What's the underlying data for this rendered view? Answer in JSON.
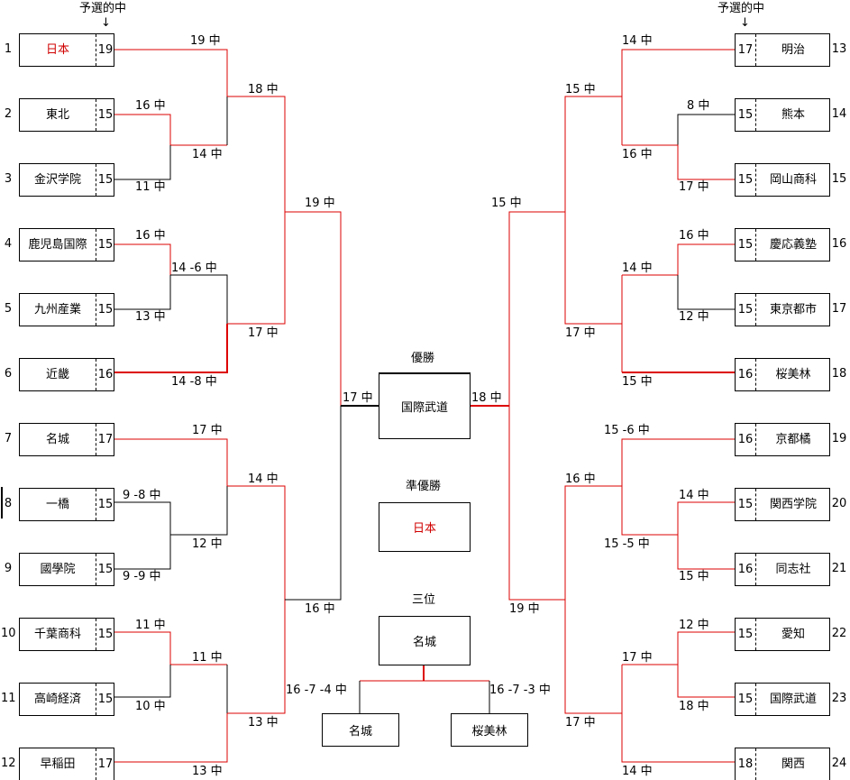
{
  "header": {
    "prediction_label": "予選的中",
    "arrow": "↓"
  },
  "left": [
    {
      "seed": "1",
      "team": "日本",
      "score": "19",
      "winner": true
    },
    {
      "seed": "2",
      "team": "東北",
      "score": "15"
    },
    {
      "seed": "3",
      "team": "金沢学院",
      "score": "15"
    },
    {
      "seed": "4",
      "team": "鹿児島国際",
      "score": "15"
    },
    {
      "seed": "5",
      "team": "九州産業",
      "score": "15"
    },
    {
      "seed": "6",
      "team": "近畿",
      "score": "16"
    },
    {
      "seed": "7",
      "team": "名城",
      "score": "17"
    },
    {
      "seed": "8",
      "team": "一橋",
      "score": "15"
    },
    {
      "seed": "9",
      "team": "國學院",
      "score": "15"
    },
    {
      "seed": "10",
      "team": "千葉商科",
      "score": "15"
    },
    {
      "seed": "11",
      "team": "高崎経済",
      "score": "15"
    },
    {
      "seed": "12",
      "team": "早稲田",
      "score": "17"
    }
  ],
  "right": [
    {
      "seed": "13",
      "team": "明治",
      "score": "17"
    },
    {
      "seed": "14",
      "team": "熊本",
      "score": "15"
    },
    {
      "seed": "15",
      "team": "岡山商科",
      "score": "15"
    },
    {
      "seed": "16",
      "team": "慶応義塾",
      "score": "15"
    },
    {
      "seed": "17",
      "team": "東京都市",
      "score": "15"
    },
    {
      "seed": "18",
      "team": "桜美林",
      "score": "16"
    },
    {
      "seed": "19",
      "team": "京都橘",
      "score": "16"
    },
    {
      "seed": "20",
      "team": "関西学院",
      "score": "15"
    },
    {
      "seed": "21",
      "team": "同志社",
      "score": "16"
    },
    {
      "seed": "22",
      "team": "愛知",
      "score": "15"
    },
    {
      "seed": "23",
      "team": "国際武道",
      "score": "15"
    },
    {
      "seed": "24",
      "team": "関西",
      "score": "18"
    }
  ],
  "match_labels": {
    "l1": "19 中",
    "l2": "16 中",
    "l3": "11 中",
    "l4": "14 中",
    "l5": "18 中",
    "l6": "16 中",
    "l7": "13 中",
    "l8": "14 -6 中",
    "l9": "14 -8 中",
    "l10": "17 中",
    "l11": "19 中",
    "l12": "17 中",
    "l13": "9 -8 中",
    "l14": "9 -9 中",
    "l15": "12 中",
    "l16": "14 中",
    "l17": "11 中",
    "l18": "10 中",
    "l19": "11 中",
    "l20": "13 中",
    "l21": "13 中",
    "l22": "16 中",
    "l23": "17 中",
    "r1": "14 中",
    "r2": "8 中",
    "r3": "17 中",
    "r4": "16 中",
    "r5": "15 中",
    "r6": "16 中",
    "r7": "12 中",
    "r8": "14 中",
    "r9": "15 中",
    "r10": "17 中",
    "r11": "15 中",
    "r12": "15 -6 中",
    "r13": "14 中",
    "r14": "15 -5 中",
    "r15": "15 中",
    "r16": "16 中",
    "r17": "12 中",
    "r18": "18 中",
    "r19": "14 中",
    "r20": "17 中",
    "r21": "19 中",
    "r22": "18 中"
  },
  "center": {
    "champion_label": "優勝",
    "champion": "国際武道",
    "runner_up_label": "準優勝",
    "runner_up": "日本",
    "third_label": "三位",
    "third": "名城",
    "third_left": "名城",
    "third_right": "桜美林",
    "third_left_pred": "16 -7 -4 中",
    "third_right_pred": "16 -7 -3 中"
  },
  "colors": {
    "win_line": "#dd0000",
    "lose_line": "#000000",
    "highlight_text": "#d00000"
  }
}
